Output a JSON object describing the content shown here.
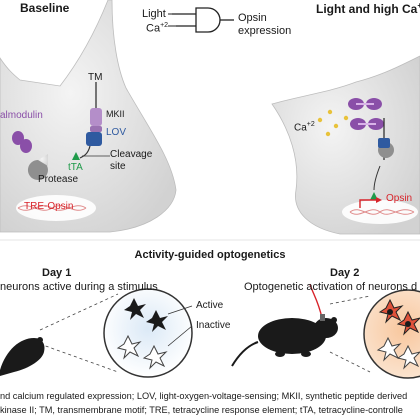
{
  "panels": {
    "baseline_title": "Baseline",
    "light_title": "Light and high Ca",
    "light_title_sup": "+2"
  },
  "logic_gate": {
    "input_light": "Light",
    "input_ca": "Ca",
    "input_ca_sup": "+2",
    "output_line1": "Opsin",
    "output_line2": "expression"
  },
  "baseline_labels": {
    "tm": "TM",
    "calmodulin": "almodulin",
    "mkii": "MKII",
    "lov": "LOV",
    "protease": "Protease",
    "cleavage_line1": "Cleavage",
    "cleavage_line2": "site",
    "tta": "tTA",
    "tre_opsin": "TRE-Opsin"
  },
  "light_labels": {
    "ca": "Ca",
    "ca_sup": "+2",
    "opsin": "Opsin"
  },
  "section": {
    "title": "Activity-guided optogenetics",
    "day1_title": "Day 1",
    "day1_subtitle": "neurons active during a stimulus",
    "day2_title": "Day 2",
    "day2_subtitle": "Optogenetic activation of neurons d"
  },
  "legend": {
    "active": "Active",
    "inactive": "Inactive"
  },
  "caption": {
    "line1": "nd calcium regulated expression; LOV, light-oxygen-voltage-sensing; MKII, synthetic peptide derived",
    "line2": "kinase II; TM, transmembrane motif; TRE, tetracycline response element; tTA, tetracycline-controlle"
  },
  "colors": {
    "cell_fill": "#e7e7e7",
    "calmodulin": "#8a4fa8",
    "mkii": "#b48ec9",
    "lov": "#2f5aa0",
    "tta": "#1f9a4a",
    "tre": "#d8232a",
    "active_neuron": "#e0523a",
    "day1_bg": "#cfe2f3",
    "day2_bg": "#f3b48a"
  }
}
